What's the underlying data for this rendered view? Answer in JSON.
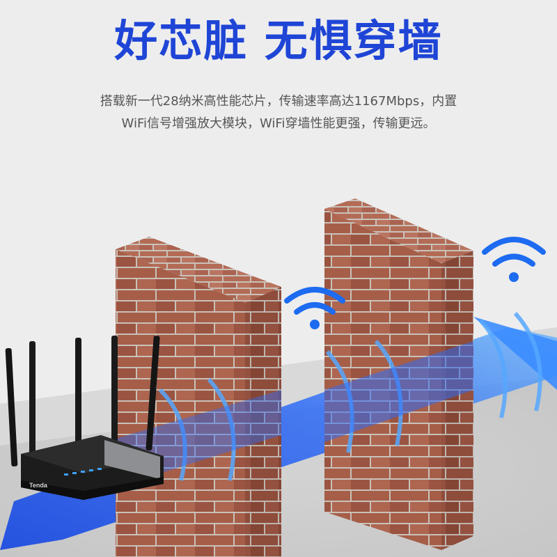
{
  "headline": "好芯脏 无惧穿墙",
  "description": {
    "line1": "搭载新一代28纳米高性能芯片，传输速率高达1167Mbps，内置",
    "line2": "WiFi信号增强放大模块，WiFi穿墙性能更强，传输更远。"
  },
  "router": {
    "brand": "Tenda"
  },
  "colors": {
    "headline": "#1f45d6",
    "signal": "#1d6bf0",
    "brick": "#a55d48",
    "mortar": "#c9c2ba",
    "background": "#ededed"
  },
  "icons": [
    "wifi-icon",
    "wifi-icon",
    "arrow-icon"
  ]
}
